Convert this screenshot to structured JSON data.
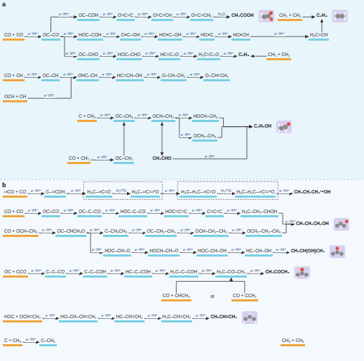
{
  "diagram": {
    "nodes": [
      {
        "text": [
          "CO + CO"
        ]
      },
      {
        "text": [
          "OC–CO"
        ]
      },
      {
        "text": [
          "OC–COH"
        ]
      },
      {
        "text": [
          "O=C=C"
        ]
      },
      {
        "text": [
          "O=C=CH"
        ]
      },
      {
        "text": [
          "O=C=CH₂"
        ]
      },
      {
        "text": [
          "CH₃COOH"
        ]
      },
      {
        "text": [
          "CH₂ + CH₂"
        ]
      },
      {
        "text": [
          "C₂H₄"
        ]
      },
      {
        "text": [
          "HOC–COH"
        ]
      },
      {
        "text": [
          "C≡C–OH"
        ]
      },
      {
        "text": [
          "HC≡C–OH"
        ]
      },
      {
        "text": [
          "HC≡C"
        ]
      },
      {
        "text": [
          "HC≡CH"
        ]
      },
      {
        "text": [
          "H₂C=CH"
        ]
      },
      {
        "text": [
          "OC–CHO"
        ]
      },
      {
        "text": [
          "HOC–CHO"
        ]
      },
      {
        "text": [
          "HC=C–O"
        ]
      },
      {
        "text": [
          "H₂C=C–O"
        ]
      },
      {
        "text": [
          "C₂H₄"
        ]
      },
      {
        "text": [
          "CH₂ + CH₂"
        ]
      },
      {
        "text": [
          "CO + CH"
        ]
      },
      {
        "text": [
          "OC–CH"
        ]
      },
      {
        "text": [
          "OHC–CH"
        ]
      },
      {
        "text": [
          "HC=CH–OH"
        ]
      },
      {
        "text": [
          "O–CH–CH₂"
        ]
      },
      {
        "text": [
          "O–CH=CH₂"
        ]
      },
      {
        "text": [
          "OCH + CH"
        ]
      },
      {
        "text": [
          "C + CH₃"
        ]
      },
      {
        "text": [
          "OC–CH₃"
        ]
      },
      {
        "text": [
          "OCH–CH₃"
        ]
      },
      {
        "text": [
          "OCH₂–CH₃"
        ]
      },
      {
        "text": [
          "HOCH–CH₃"
        ]
      },
      {
        "text": [
          "C₂H₅OH"
        ]
      },
      {
        "text": [
          "CH₃CHO"
        ]
      },
      {
        "text": [
          "CO + CH₂"
        ]
      },
      {
        "text": [
          "OC–CH₂"
        ]
      },
      {
        "text": [
          "¹³CO + CO"
        ]
      },
      {
        "text": [
          "C–¹³COH"
        ]
      },
      {
        "text": [
          "H₃C–¹³C=O"
        ]
      },
      {
        "text": [
          "H₃C–¹³C=¹⁸O"
        ]
      },
      {
        "text": [
          "H₃C–H₂C–¹³C=O"
        ]
      },
      {
        "text": [
          "H₃C–H₂C–¹³C=¹⁸O"
        ]
      },
      {
        "text": [
          "CH₃CH₂CH₂¹⁸OH"
        ]
      },
      {
        "text": [
          "CO + CO"
        ]
      },
      {
        "text": [
          "OC–CO"
        ]
      },
      {
        "text": [
          "OC–C–CO"
        ]
      },
      {
        "text": [
          "HOC–C–CO"
        ]
      },
      {
        "text": [
          "HOC=C=C"
        ]
      },
      {
        "text": [
          "C=C=C"
        ]
      },
      {
        "text": [
          "H₃C–CH₂–CHOH"
        ]
      },
      {
        "text": [
          "CH₃CH₂CH₂OH"
        ]
      },
      {
        "text": [
          "CO + OCH–CH₃"
        ]
      },
      {
        "text": [
          "OC–CHCH₃O"
        ]
      },
      {
        "text": [
          "C–CH₂CH₃"
        ]
      },
      {
        "text": [
          "OC–CH₂–CH₃"
        ]
      },
      {
        "text": [
          "OCH–CH₂–CH₃"
        ]
      },
      {
        "text": [
          "OCH₂–CH₂–CH₃"
        ]
      },
      {
        "text": [
          "HOC–CH–O"
        ]
      },
      {
        "text": [
          "HOCH–CH–O"
        ]
      },
      {
        "text": [
          "HOC–CH–OH"
        ]
      },
      {
        "text": [
          "HC–CH–OH"
        ]
      },
      {
        "text": [
          "CH₃CH(OH)CH₃"
        ]
      },
      {
        "text": [
          "OC + CCO"
        ]
      },
      {
        "text": [
          "C–C–CO"
        ]
      },
      {
        "text": [
          "C–C–COH"
        ]
      },
      {
        "text": [
          "HC–C–COH"
        ]
      },
      {
        "text": [
          "H₂C–C–COH"
        ]
      },
      {
        "text": [
          "H₃C–CO–CH₃"
        ]
      },
      {
        "text": [
          "CH₃COCH₃"
        ]
      },
      {
        "text": [
          "CO + CHCH₃"
        ]
      },
      {
        "text": [
          "CO + CCH₂"
        ]
      },
      {
        "text": [
          "HOC + OCH=CH₂"
        ]
      },
      {
        "text": [
          "HO–CH–CH=CH₂"
        ]
      },
      {
        "text": [
          "HC–CH=CH₂"
        ]
      },
      {
        "text": [
          "H₂C–CH=CH₂"
        ]
      },
      {
        "text": [
          "CH₃CH=CH₂"
        ]
      },
      {
        "text": [
          "C + CH₃"
        ]
      },
      {
        "text": [
          "C–CH₃"
        ]
      },
      {
        "text": [
          "CH₃ + CH₃"
        ]
      }
    ],
    "edges": [
      {
        "from": 0,
        "to": 1,
        "label": "e⁻/H⁺",
        "arrow": "to"
      },
      {
        "from": 1,
        "to": 2,
        "label": "e⁻/H⁺",
        "arrow": "to"
      },
      {
        "from": 2,
        "to": 3,
        "label": "e⁻/H⁺",
        "arrow": "to"
      },
      {
        "from": 3,
        "to": 4,
        "label": "e⁻/H⁺",
        "arrow": "to"
      },
      {
        "from": 4,
        "to": 5,
        "label": "e⁻/H⁺",
        "arrow": "to"
      },
      {
        "from": 5,
        "to": 6,
        "label": "H₂O",
        "arrow": "to"
      },
      {
        "from": 7,
        "to": 8,
        "arrow": "to"
      },
      {
        "from": 1,
        "to": 9,
        "label": "e⁻/H⁺",
        "arrow": "to"
      },
      {
        "from": 9,
        "to": 10,
        "label": "e⁻/H⁺",
        "arrow": "to"
      },
      {
        "from": 10,
        "to": 11,
        "label": "e⁻/H⁺",
        "arrow": "to"
      },
      {
        "from": 11,
        "to": 12,
        "label": "e⁻/H⁺",
        "arrow": "to"
      },
      {
        "from": 12,
        "to": 13,
        "label": "e⁻/H⁺",
        "arrow": "to"
      },
      {
        "from": 13,
        "to": 14,
        "label": "e⁻/H⁺",
        "arrow": "to"
      },
      {
        "from": 14,
        "to": 8,
        "arrow": "to"
      },
      {
        "from": 1,
        "to": 15,
        "label": "e⁻/H⁺",
        "arrow": "to"
      },
      {
        "from": 15,
        "to": 16,
        "label": "e⁻/H⁺",
        "arrow": "to"
      },
      {
        "from": 16,
        "to": 17,
        "label": "e⁻/H⁺",
        "arrow": "to"
      },
      {
        "from": 17,
        "to": 18,
        "label": "e⁻/H⁺",
        "arrow": "to"
      },
      {
        "from": 18,
        "to": 19,
        "label": "e⁻/H⁺",
        "arrow": "to"
      },
      {
        "from": 20,
        "to": 19,
        "arrow": "to"
      },
      {
        "from": 21,
        "to": 22,
        "label": "e⁻/H⁺",
        "arrow": "to"
      },
      {
        "from": 22,
        "to": 23,
        "label": "e⁻/H⁺",
        "arrow": "to"
      },
      {
        "from": 23,
        "to": 24,
        "label": "e⁻/H⁺",
        "arrow": "to"
      },
      {
        "from": 24,
        "to": 25,
        "label": "e⁻/H⁺",
        "arrow": "to"
      },
      {
        "from": 25,
        "to": 26,
        "label": "e⁻/H⁺",
        "arrow": "to"
      },
      {
        "from": 27,
        "to": 23,
        "label": "e⁻/H⁺",
        "arrow": "to"
      },
      {
        "from": 28,
        "to": 29,
        "label": "e⁻/H⁺",
        "arrow": "to"
      },
      {
        "from": 29,
        "to": 30,
        "label": "e⁻/H⁺",
        "arrow": "to"
      },
      {
        "from": 30,
        "to": 31,
        "label": "e⁻/H⁺",
        "arrow": "to"
      },
      {
        "from": 30,
        "to": 32,
        "label": "e⁻/H⁺",
        "arrow": "to"
      },
      {
        "from": 31,
        "to": 33,
        "arrow": "to"
      },
      {
        "from": 32,
        "to": 33,
        "arrow": "to"
      },
      {
        "from": 34,
        "to": 33,
        "label": "e⁻/H⁺",
        "arrow": "to"
      },
      {
        "from": 30,
        "to": 34,
        "arrow": "both"
      },
      {
        "from": 35,
        "to": 36,
        "label": "e⁻/H⁺",
        "arrow": "to"
      },
      {
        "from": 36,
        "to": 29,
        "arrow": "to"
      },
      {
        "from": 37,
        "to": 38,
        "label": "e⁻/H⁺",
        "arrow": "to"
      },
      {
        "from": 38,
        "to": 39,
        "label": "e⁻/H⁺",
        "arrow": "to"
      },
      {
        "from": 39,
        "to": 40,
        "label": "H₂¹⁸O",
        "arrow": "to"
      },
      {
        "from": 40,
        "to": 41,
        "label": "e⁻/H⁺",
        "arrow": "to"
      },
      {
        "from": 41,
        "to": 42,
        "label": "H₂¹⁸O",
        "arrow": "to"
      },
      {
        "from": 42,
        "to": 43,
        "label": "e⁻/H⁺",
        "arrow": "to"
      },
      {
        "from": 44,
        "to": 45,
        "label": "e⁻/H⁺",
        "arrow": "to"
      },
      {
        "from": 45,
        "to": 46,
        "label": "e⁻/H⁺",
        "arrow": "to"
      },
      {
        "from": 46,
        "to": 47,
        "label": "e⁻/H⁺",
        "arrow": "to"
      },
      {
        "from": 47,
        "to": 48,
        "label": "e⁻/H⁺",
        "arrow": "to"
      },
      {
        "from": 48,
        "to": 49,
        "label": "e⁻/H⁺",
        "arrow": "to"
      },
      {
        "from": 49,
        "to": 50,
        "label": "e⁻/H⁺",
        "arrow": "to"
      },
      {
        "from": 50,
        "to": 51,
        "arrow": "to"
      },
      {
        "from": 52,
        "to": 53,
        "label": "e⁻/H⁺",
        "arrow": "to"
      },
      {
        "from": 53,
        "to": 54,
        "label": "e⁻/H⁺",
        "arrow": "to"
      },
      {
        "from": 54,
        "to": 55,
        "label": "e⁻/H⁺",
        "arrow": "to"
      },
      {
        "from": 55,
        "to": 56,
        "label": "e⁻/H⁺",
        "arrow": "to"
      },
      {
        "from": 56,
        "to": 57,
        "label": "e⁻/H⁺",
        "arrow": "to"
      },
      {
        "from": 57,
        "to": 51,
        "label": "e⁻/H⁺",
        "arrow": "to"
      },
      {
        "from": 53,
        "to": 58,
        "label": "e⁻/H⁺",
        "arrow": "to"
      },
      {
        "from": 58,
        "to": 59,
        "label": "e⁻/H⁺",
        "arrow": "to"
      },
      {
        "from": 59,
        "to": 60,
        "label": "e⁻/H⁺",
        "arrow": "to"
      },
      {
        "from": 60,
        "to": 61,
        "label": "e⁻/H⁺",
        "arrow": "to"
      },
      {
        "from": 61,
        "to": 62,
        "label": "e⁻/H⁺",
        "arrow": "to"
      },
      {
        "from": 63,
        "to": 64,
        "label": "e⁻/H⁺",
        "arrow": "to"
      },
      {
        "from": 64,
        "to": 65,
        "label": "e⁻/H⁺",
        "arrow": "to"
      },
      {
        "from": 65,
        "to": 66,
        "label": "e⁻/H⁺",
        "arrow": "to"
      },
      {
        "from": 66,
        "to": 67,
        "label": "e⁻/H⁺",
        "arrow": "to"
      },
      {
        "from": 67,
        "to": 68,
        "label": "e⁻/H⁺",
        "arrow": "to"
      },
      {
        "from": 68,
        "to": 69,
        "label": "e⁻/H⁺",
        "arrow": "to"
      },
      {
        "from": 70,
        "to": 68,
        "arrow": "to"
      },
      {
        "from": 71,
        "to": 68,
        "arrow": "to"
      },
      {
        "from": 72,
        "to": 73,
        "label": "e⁻/H⁺",
        "arrow": "to"
      },
      {
        "from": 73,
        "to": 74,
        "label": "e⁻/H⁺",
        "arrow": "to"
      },
      {
        "from": 74,
        "to": 75,
        "label": "e⁻/H⁺",
        "arrow": "to"
      },
      {
        "from": 75,
        "to": 76,
        "label": "e⁻/H⁺",
        "arrow": "to"
      },
      {
        "from": 77,
        "to": 78,
        "label": "e⁻/H⁺",
        "arrow": "to"
      }
    ],
    "labels": [
      "a",
      "b",
      "or"
    ]
  }
}
